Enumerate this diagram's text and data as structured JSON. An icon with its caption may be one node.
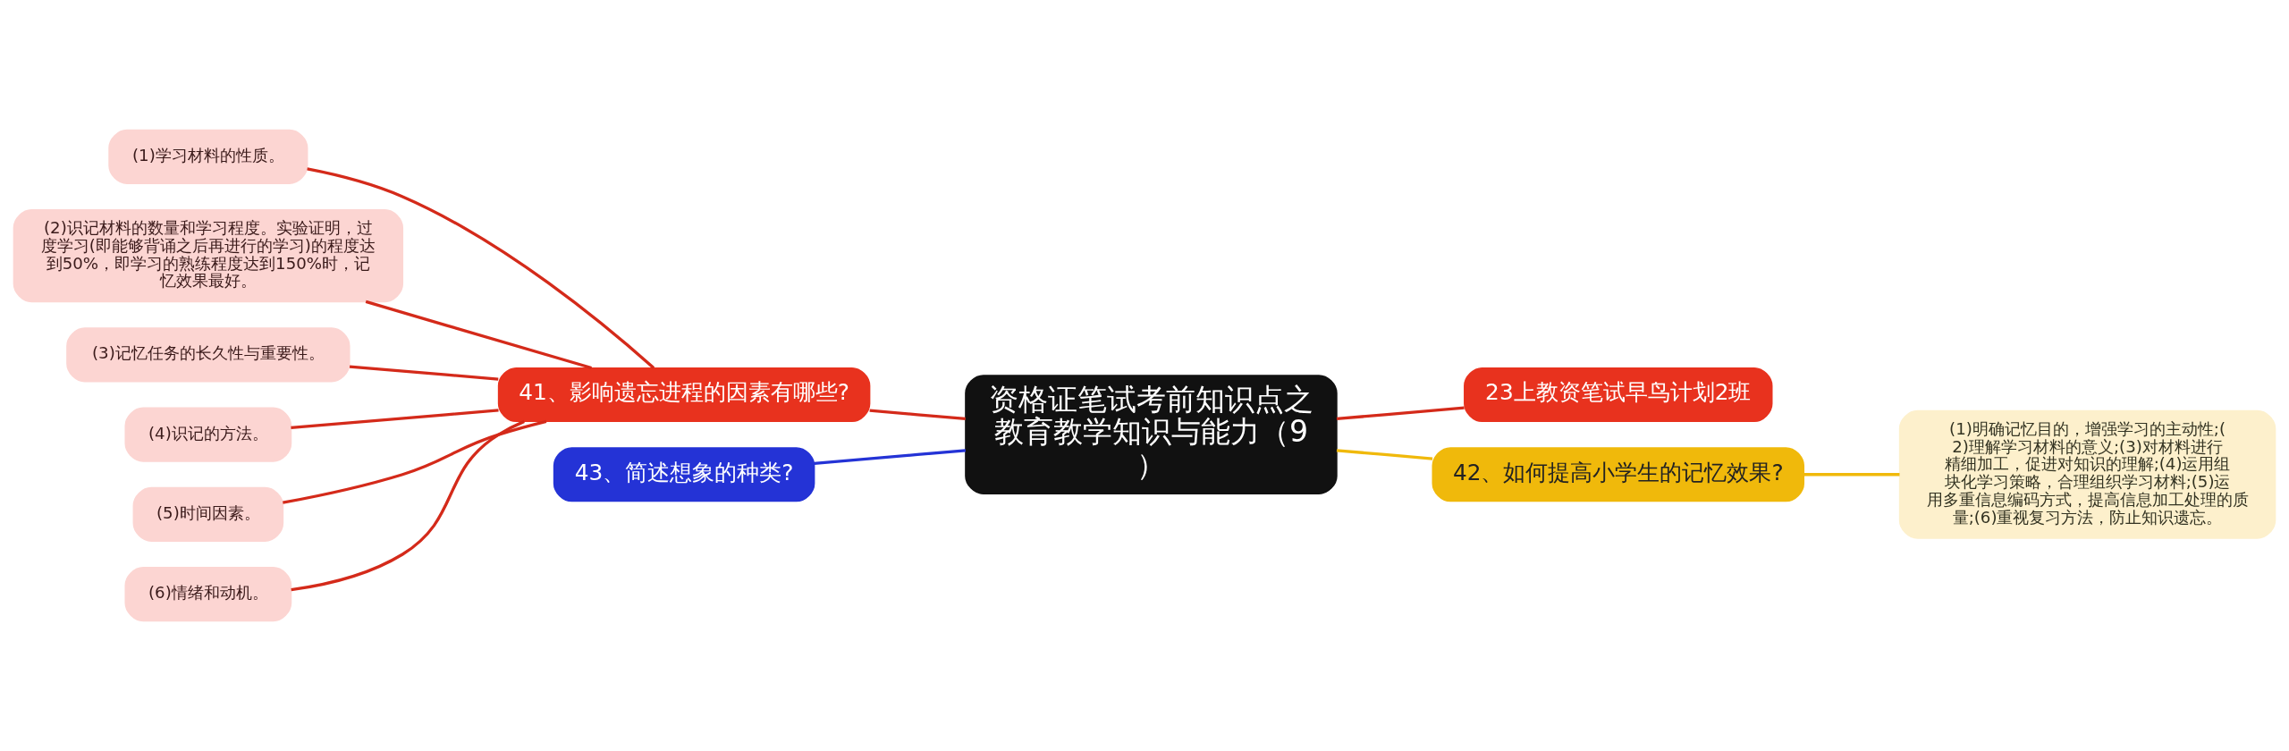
{
  "diagram": {
    "nodes": [
      {
        "text": [
          "资格证笔试考前知识点之教育教学知识与能力（9）"
        ]
      },
      {
        "text": [
          "41、影响遗忘进程的因素有哪些?"
        ]
      },
      {
        "text": [
          "(1)学习材料的性质。"
        ]
      },
      {
        "text": [
          "(2)识记材料的数量和学习程度。实验证明，过度学习(即能够背诵之后再进行的学习)的程度达到50%，即学习的熟练程度达到150%时，记忆效果最好。"
        ]
      },
      {
        "text": [
          "(3)记忆任务的长久性与重要性。"
        ]
      },
      {
        "text": [
          "(4)识记的方法。"
        ]
      },
      {
        "text": [
          "(5)时间因素。"
        ]
      },
      {
        "text": [
          "(6)情绪和动机。"
        ]
      },
      {
        "text": [
          "23上教资笔试早鸟计划2班"
        ]
      },
      {
        "text": [
          "42、如何提高小学生的记忆效果?"
        ]
      },
      {
        "text": [
          "(1)明确记忆目的，增强学习的主动性;(2)理解学习材料的意义;(3)对材料进行精细加工，促进对知识的理解;(4)运用组块化学习策略，合理组织学习材料;(5)运用多重信息编码方式，提高信息加工处理的质量;(6)重视复习方法，防止知识遗忘。"
        ]
      },
      {
        "text": [
          "43、简述想象的种类?"
        ]
      }
    ],
    "edges": [
      {
        "from": 0,
        "to": 1,
        "arrow": "none"
      },
      {
        "from": 1,
        "to": 2,
        "arrow": "none"
      },
      {
        "from": 1,
        "to": 3,
        "arrow": "none"
      },
      {
        "from": 1,
        "to": 4,
        "arrow": "none"
      },
      {
        "from": 1,
        "to": 5,
        "arrow": "none"
      },
      {
        "from": 1,
        "to": 6,
        "arrow": "none"
      },
      {
        "from": 1,
        "to": 7,
        "arrow": "none"
      },
      {
        "from": 0,
        "to": 8,
        "arrow": "none"
      },
      {
        "from": 0,
        "to": 9,
        "arrow": "none",
        "color": "#f0b90b"
      },
      {
        "from": 9,
        "to": 10,
        "arrow": "none",
        "color": "#f0b90b"
      },
      {
        "from": 0,
        "to": 11,
        "arrow": "none",
        "color": "#2433d6"
      }
    ]
  }
}
